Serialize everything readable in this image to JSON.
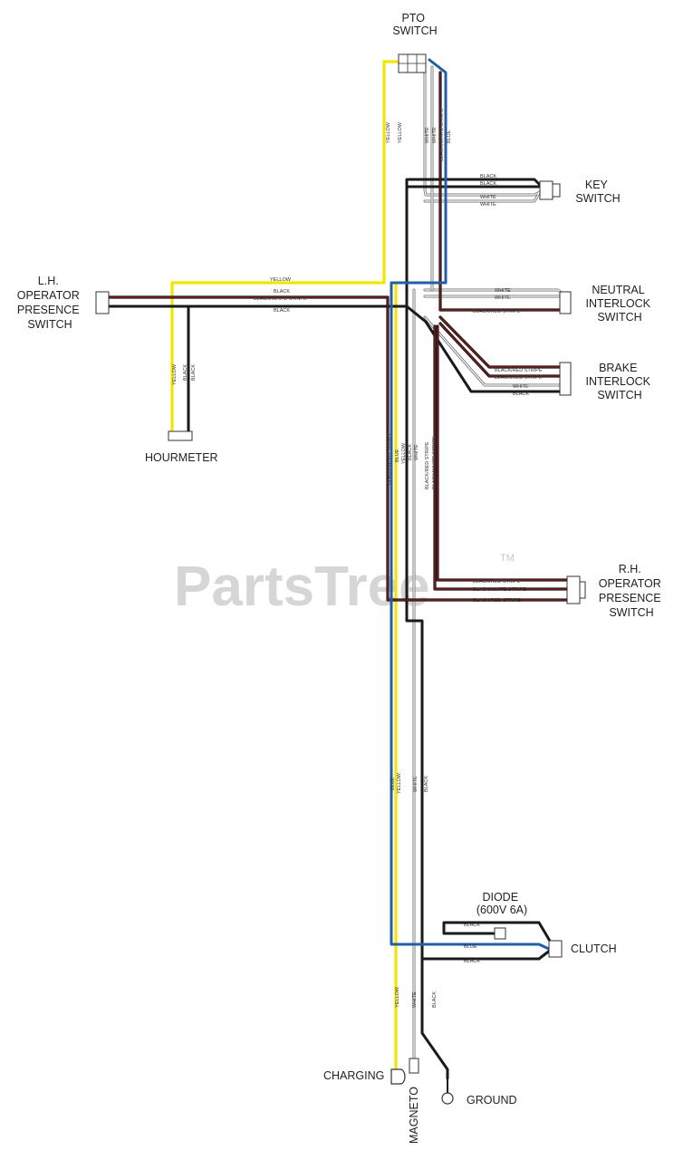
{
  "watermark": {
    "text": "PartsTree",
    "tm": "TM"
  },
  "components": {
    "pto_switch": [
      "PTO",
      "SWITCH"
    ],
    "key_switch": [
      "KEY",
      "SWITCH"
    ],
    "neutral_interlock": [
      "NEUTRAL",
      "INTERLOCK",
      "SWITCH"
    ],
    "brake_interlock": [
      "BRAKE",
      "INTERLOCK",
      "SWITCH"
    ],
    "lh_operator_presence": [
      "L.H.",
      "OPERATOR",
      "PRESENCE",
      "SWITCH"
    ],
    "rh_operator_presence": [
      "R.H.",
      "OPERATOR",
      "PRESENCE",
      "SWITCH"
    ],
    "hourmeter": [
      "HOURMETER"
    ],
    "diode": [
      "DIODE",
      "(600V 6A)"
    ],
    "clutch": [
      "CLUTCH"
    ],
    "charging": [
      "CHARGING"
    ],
    "magneto": [
      "MAGNETO"
    ],
    "ground": [
      "GROUND"
    ]
  },
  "wire_labels": {
    "yellow": "YELLOW",
    "black": "BLACK",
    "white": "WHITE",
    "blue": "BLUE",
    "black_white_stripe": "BLACK/WHITE STRIPE",
    "black_red_stripe": "BLACK/RED STRIPE"
  },
  "colors": {
    "yellow": "#f2e600",
    "black": "#1a1a1a",
    "blue": "#1f5fa8",
    "red": "#8a1b1b",
    "white_outline": "#777777",
    "watermark": "#d6d6d6"
  }
}
